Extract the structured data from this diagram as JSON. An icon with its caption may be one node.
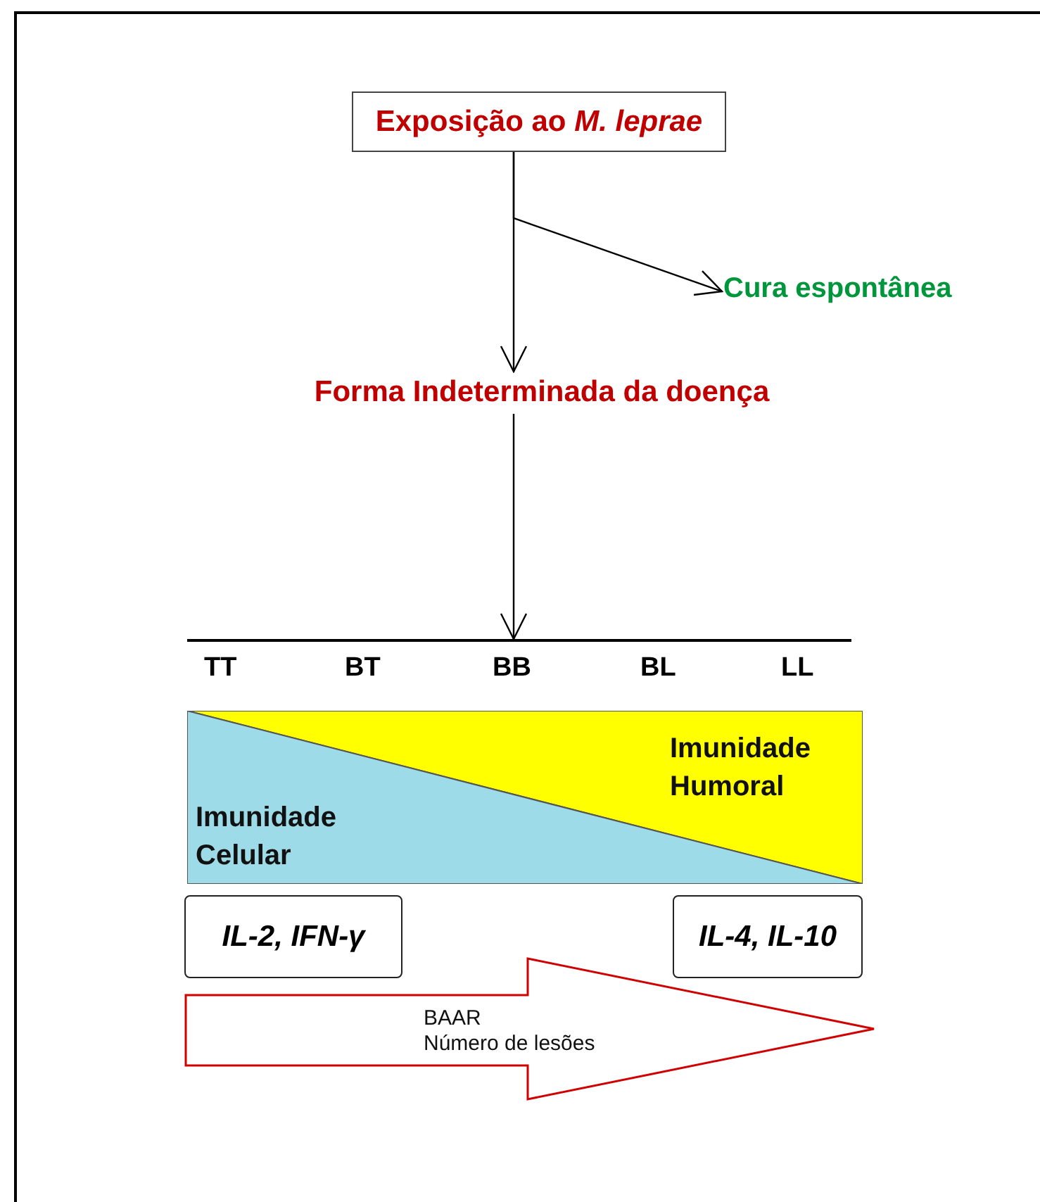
{
  "diagram": {
    "nodes": [
      {
        "text": [
          "Exposição ao *M. leprae*"
        ]
      },
      {
        "text": [
          "Cura espontânea"
        ]
      },
      {
        "text": [
          "Forma Indeterminada da doença"
        ]
      },
      {
        "text": [],
        "shape": "bar"
      },
      {
        "text": [
          "Imunidade Humoral"
        ]
      },
      {
        "text": [
          "Imunidade Celular"
        ]
      },
      {
        "text": [
          "IL-2, IFN-γ"
        ]
      },
      {
        "text": [
          "IL-4, IL-10"
        ]
      },
      {
        "text": [
          "BAAR",
          "Número de lesões"
        ]
      }
    ],
    "edges": [
      {
        "from": 0,
        "to": 2,
        "arrow": "to"
      },
      {
        "from": 0,
        "to": 1,
        "arrow": "to"
      },
      {
        "from": 2,
        "to": 3,
        "arrow": "to"
      }
    ],
    "labels": [
      "TT",
      "BT",
      "BB",
      "BL",
      "LL"
    ]
  }
}
